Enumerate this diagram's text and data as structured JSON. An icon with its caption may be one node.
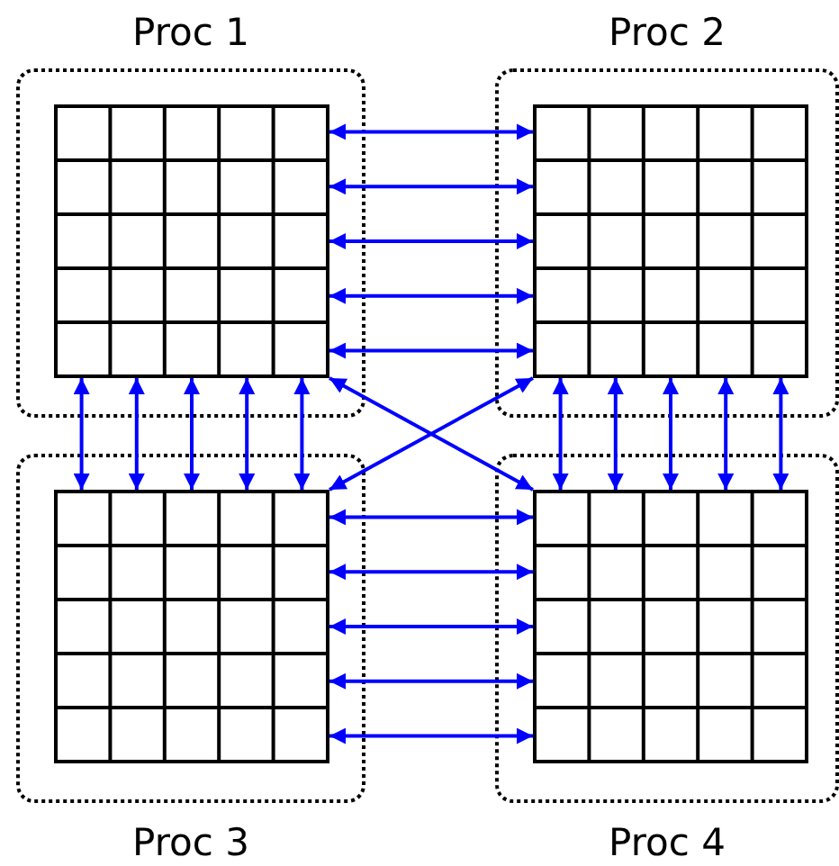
{
  "diagram": {
    "nodes": [
      {
        "text": [
          "Proc 1"
        ]
      },
      {
        "text": [],
        "shape": "grid",
        "in": 0
      },
      {
        "text": [
          "Proc 2"
        ]
      },
      {
        "text": [],
        "shape": "grid",
        "in": 2
      },
      {
        "text": [
          "Proc 3"
        ]
      },
      {
        "text": [],
        "shape": "grid",
        "in": 4
      },
      {
        "text": [
          "Proc 4"
        ]
      },
      {
        "text": [],
        "shape": "grid",
        "in": 6
      }
    ],
    "edges": [
      {
        "from": 1,
        "to": 3,
        "arrow": "both"
      },
      {
        "from": 1,
        "to": 3,
        "arrow": "both"
      },
      {
        "from": 1,
        "to": 3,
        "arrow": "both"
      },
      {
        "from": 1,
        "to": 3,
        "arrow": "both"
      },
      {
        "from": 1,
        "to": 3,
        "arrow": "both"
      },
      {
        "from": 1,
        "to": 5,
        "arrow": "both"
      },
      {
        "from": 1,
        "to": 5,
        "arrow": "both"
      },
      {
        "from": 1,
        "to": 5,
        "arrow": "both"
      },
      {
        "from": 1,
        "to": 5,
        "arrow": "both"
      },
      {
        "from": 1,
        "to": 5,
        "arrow": "both"
      },
      {
        "from": 3,
        "to": 7,
        "arrow": "both"
      },
      {
        "from": 3,
        "to": 7,
        "arrow": "both"
      },
      {
        "from": 3,
        "to": 7,
        "arrow": "both"
      },
      {
        "from": 3,
        "to": 7,
        "arrow": "both"
      },
      {
        "from": 3,
        "to": 7,
        "arrow": "both"
      },
      {
        "from": 1,
        "to": 7,
        "arrow": "both"
      },
      {
        "from": 3,
        "to": 5,
        "arrow": "both"
      },
      {
        "from": 5,
        "to": 7,
        "arrow": "both"
      },
      {
        "from": 5,
        "to": 7,
        "arrow": "both"
      },
      {
        "from": 5,
        "to": 7,
        "arrow": "both"
      },
      {
        "from": 5,
        "to": 7,
        "arrow": "both"
      },
      {
        "from": 5,
        "to": 7,
        "arrow": "both"
      }
    ]
  }
}
